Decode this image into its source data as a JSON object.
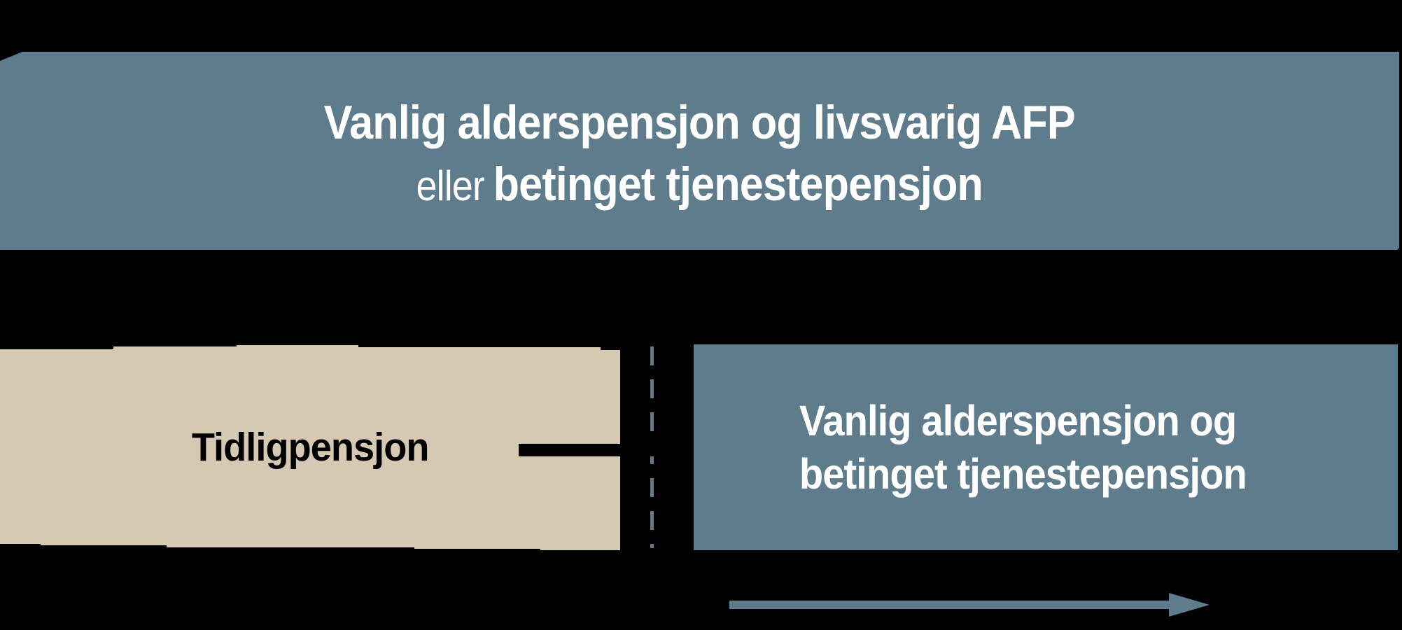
{
  "diagram": {
    "top_box": {
      "line1": "Vanlig alderspensjon og livsvarig AFP",
      "line2_prefix": "eller",
      "line2_emphasis": "betinget tjenestepensjon"
    },
    "early_pension_box": {
      "label": "Tidligpensjon"
    },
    "result_box": {
      "line1": "Vanlig alderspensjon og",
      "line2": "betinget tjenestepensjon"
    },
    "icons": {
      "transition_arrow": "black-right-arrow-icon",
      "timeline_arrow": "steel-right-arrow-icon",
      "divider": "vertical-dashed-line"
    }
  },
  "colors": {
    "steel": "#5E7C8B",
    "beige": "#D6C9B3",
    "background": "#000000",
    "text_light": "#FFFFFF",
    "text_dark": "#000000"
  }
}
